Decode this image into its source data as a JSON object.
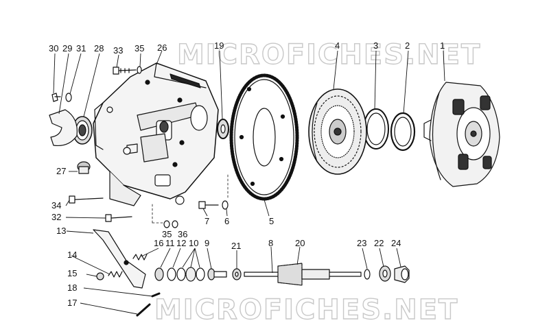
{
  "diagram": {
    "watermark": "MICROFICHES.NET",
    "callouts": [
      "1",
      "2",
      "3",
      "4",
      "5",
      "6",
      "7",
      "8",
      "9",
      "10",
      "11",
      "12",
      "13",
      "14",
      "15",
      "16",
      "17",
      "18",
      "19",
      "20",
      "21",
      "22",
      "23",
      "24",
      "26",
      "27",
      "28",
      "29",
      "30",
      "31",
      "32",
      "33",
      "34",
      "35",
      "36"
    ]
  }
}
